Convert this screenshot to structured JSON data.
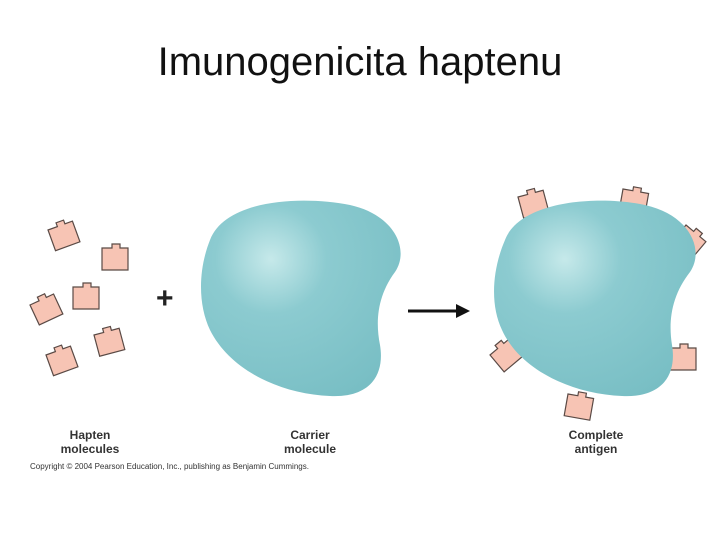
{
  "title": "Imunogenicita haptenu",
  "labels": {
    "hapten_line1": "Hapten",
    "hapten_line2": "molecules",
    "carrier_line1": "Carrier",
    "carrier_line2": "molecule",
    "complete_line1": "Complete",
    "complete_line2": "antigen"
  },
  "plus_sign": "+",
  "copyright": "Copyright © 2004 Pearson Education, Inc., publishing as Benjamin Cummings.",
  "colors": {
    "carrier": "#7fc3c8",
    "carrier_light": "#b8e2e4",
    "hapten_fill": "#f7c4b4",
    "hapten_stroke": "#5a4a45"
  }
}
